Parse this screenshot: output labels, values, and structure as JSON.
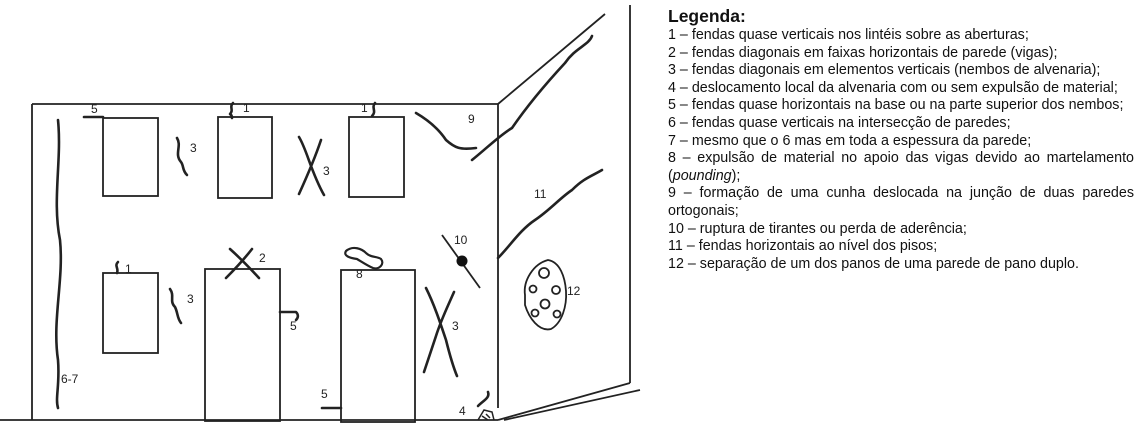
{
  "diagram": {
    "labels": {
      "l1a": "1",
      "l1b": "1",
      "l1c": "1",
      "l2": "2",
      "l3a": "3",
      "l3b": "3",
      "l3c": "3",
      "l3d": "3",
      "l5a": "5",
      "l5b": "5",
      "l5c": "5",
      "l67": "6-7",
      "l8": "8",
      "l9": "9",
      "l10": "10",
      "l11": "11",
      "l12": "12",
      "l4": "4"
    }
  },
  "legend": {
    "title": "Legenda:",
    "items": [
      {
        "pre": "1 – fendas quase verticais nos lintéis sobre as aberturas;",
        "em": "",
        "post": ""
      },
      {
        "pre": "2 – fendas diagonais em faixas horizontais de parede (vigas);",
        "em": "",
        "post": ""
      },
      {
        "pre": "3 – fendas diagonais em elementos verticais (nembos de alvenaria);",
        "em": "",
        "post": ""
      },
      {
        "pre": "4 – deslocamento local da alvenaria com ou sem expulsão de material;",
        "em": "",
        "post": ""
      },
      {
        "pre": "5 – fendas quase horizontais na base ou na parte superior dos nembos;",
        "em": "",
        "post": ""
      },
      {
        "pre": "6 – fendas quase verticais na intersecção de paredes;",
        "em": "",
        "post": ""
      },
      {
        "pre": "7 – mesmo que o 6 mas em toda a espessura da parede;",
        "em": "",
        "post": ""
      },
      {
        "pre": "8 – expulsão de material no apoio das vigas devido ao martelamento (",
        "em": "pounding",
        "post": ");"
      },
      {
        "pre": "9 – formação de uma cunha deslocada na junção de duas paredes ortogonais;",
        "em": "",
        "post": ""
      },
      {
        "pre": "10 – ruptura de tirantes ou perda de aderência;",
        "em": "",
        "post": ""
      },
      {
        "pre": "11 – fendas horizontais ao nível dos pisos;",
        "em": "",
        "post": ""
      },
      {
        "pre": "12 – separação de um dos panos de uma parede de pano duplo.",
        "em": "",
        "post": ""
      }
    ]
  }
}
